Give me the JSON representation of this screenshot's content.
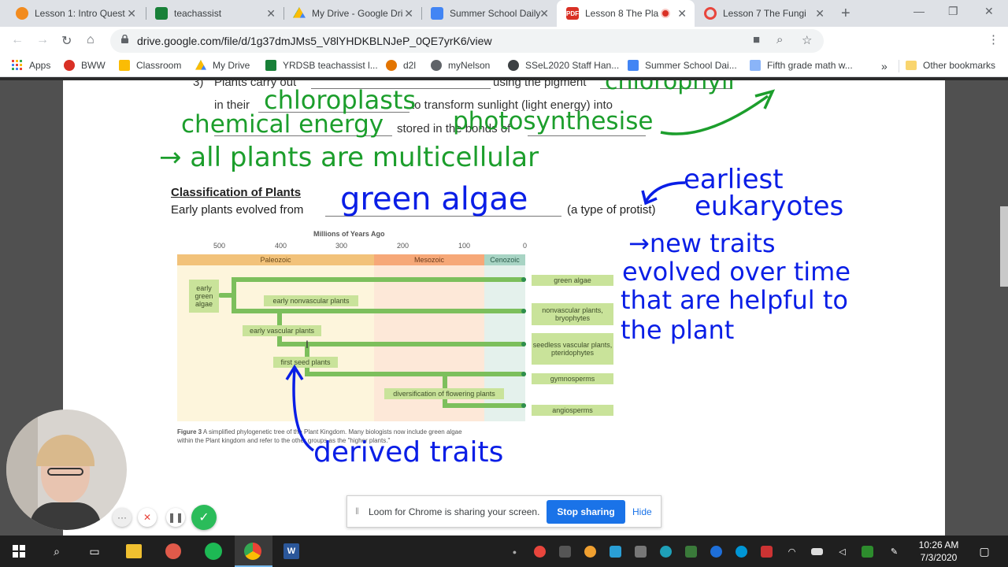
{
  "tabs": [
    {
      "title": "Lesson 1: Intro Quest",
      "color": "#f28b1e",
      "glyph": ""
    },
    {
      "title": "teachassist",
      "color": "#188038",
      "glyph": ""
    },
    {
      "title": "My Drive - Google Dri",
      "color": "#4285f4",
      "glyph": ""
    },
    {
      "title": "Summer School Daily",
      "color": "#4285f4",
      "glyph": ""
    },
    {
      "title": "Lesson 8 The Pla",
      "color": "#d93025",
      "glyph": "PDF"
    },
    {
      "title": "Lesson 7 The Fungi",
      "color": "#e8453c",
      "glyph": ""
    }
  ],
  "address": {
    "url": "drive.google.com/file/d/1g37dmJMs5_V8lYHDKBLNJeP_0QE7yrK6/view"
  },
  "bookmarks": [
    {
      "label": "Apps",
      "color": "#ea4335"
    },
    {
      "label": "BWW",
      "color": "#d93025"
    },
    {
      "label": "Classroom",
      "color": "#fbbc04"
    },
    {
      "label": "My Drive",
      "color": "#34a853"
    },
    {
      "label": "YRDSB teachassist l...",
      "color": "#188038"
    },
    {
      "label": "d2l",
      "color": "#e37400"
    },
    {
      "label": "myNelson",
      "color": "#5f6368"
    },
    {
      "label": "SSeL2020 Staff Han...",
      "color": "#3c4043"
    },
    {
      "label": "Summer School Dai...",
      "color": "#4285f4"
    },
    {
      "label": "Fifth grade math w...",
      "color": "#8ab4f8"
    }
  ],
  "bookmarks_more": "»",
  "other_bookmarks": "Other bookmarks",
  "doc": {
    "q3_num": "3)",
    "q3_a": "Plants carry out",
    "q3_b": "using the pigment",
    "q3_c": "in their",
    "q3_d": "to transform sunlight (light energy) into",
    "q3_e": "stored in the bonds of",
    "section_title": "Classification of Plants",
    "evolved_from": "Early plants evolved from",
    "protist_note": "(a type of protist)",
    "fig_axis_title": "Millions of Years Ago",
    "fig_ticks": [
      "500",
      "400",
      "300",
      "200",
      "100",
      "0"
    ],
    "eras": [
      "Paleozoic",
      "Mesozoic",
      "Cenozoic"
    ],
    "fig_nodes": [
      "early green algae",
      "early nonvascular plants",
      "early vascular plants",
      "first seed plants",
      "diversification of flowering plants"
    ],
    "fig_groups": [
      "green algae",
      "nonvascular plants, bryophytes",
      "seedless vascular plants, pteridophytes",
      "gymnosperms",
      "angiosperms"
    ],
    "caption_bold": "Figure 3",
    "caption_text": "A simplified phylogenetic tree of the Plant Kingdom. Many biologists now include green algae within the Plant kingdom and refer to the other groups as the \"higher plants.\""
  },
  "annotations": {
    "g_chloroplast_top": "chlorophyll",
    "g_chloroplasts": "chloroplasts",
    "g_chemical_energy": "chemical energy",
    "g_photosynthesis": "photosynthesise",
    "g_multicellular": "→ all plants are multicellular",
    "b_green_algae": "green algae",
    "b_earliest": "earliest",
    "b_eukaryotes": "eukaryotes",
    "b_new_traits": "→new traits",
    "b_evolved": "evolved over time",
    "b_helpful": "that are helpful to",
    "b_plant": "the plant",
    "b_derived": "derived traits"
  },
  "loom": {
    "message": "Loom for Chrome is sharing your screen.",
    "stop": "Stop sharing",
    "hide": "Hide"
  },
  "clock": {
    "time": "10:26 AM",
    "date": "7/3/2020"
  }
}
